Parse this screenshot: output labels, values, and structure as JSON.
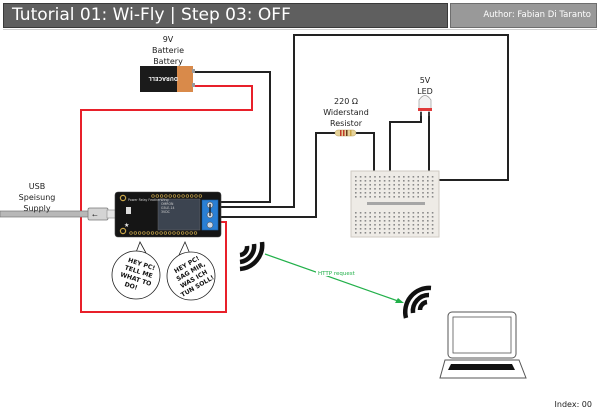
{
  "header": {
    "title": "Tutorial 01: Wi-Fly | Step 03: OFF",
    "author": "Author: Fabian Di Taranto"
  },
  "components": {
    "battery": {
      "label_lines": [
        "9V",
        "Batterie",
        "Battery"
      ],
      "brand": "DURACELL"
    },
    "usb": {
      "label_lines": [
        "USB",
        "Speisung",
        "Supply"
      ]
    },
    "resistor": {
      "label_lines": [
        "220 Ω",
        "Widerstand",
        "Resistor"
      ]
    },
    "led": {
      "label_lines": [
        "5V",
        "LED"
      ],
      "state": "off"
    },
    "relay_board": {
      "name": "Power Relay FeatherWing",
      "relay_text": [
        "OMRON",
        "G5LE-14",
        "3VDC"
      ]
    },
    "speech_bubbles": [
      {
        "lines": [
          "HEY PC!",
          "TELL ME",
          "WHAT TO",
          "DO!"
        ]
      },
      {
        "lines": [
          "HEY PC!",
          "SAG MIR,",
          "WAS ICH",
          "TUN SOLL!"
        ]
      }
    ],
    "connection": {
      "label": "HTTP request"
    }
  },
  "colors": {
    "title_bg": "#5f5f5f",
    "author_bg": "#999999",
    "wire_black": "#222222",
    "wire_red": "#e8202a",
    "http_arrow": "#22b04a",
    "terminal_blue": "#2a7fd4",
    "battery_orange": "#d98a4a"
  },
  "footer": {
    "index": "Index: 00"
  }
}
